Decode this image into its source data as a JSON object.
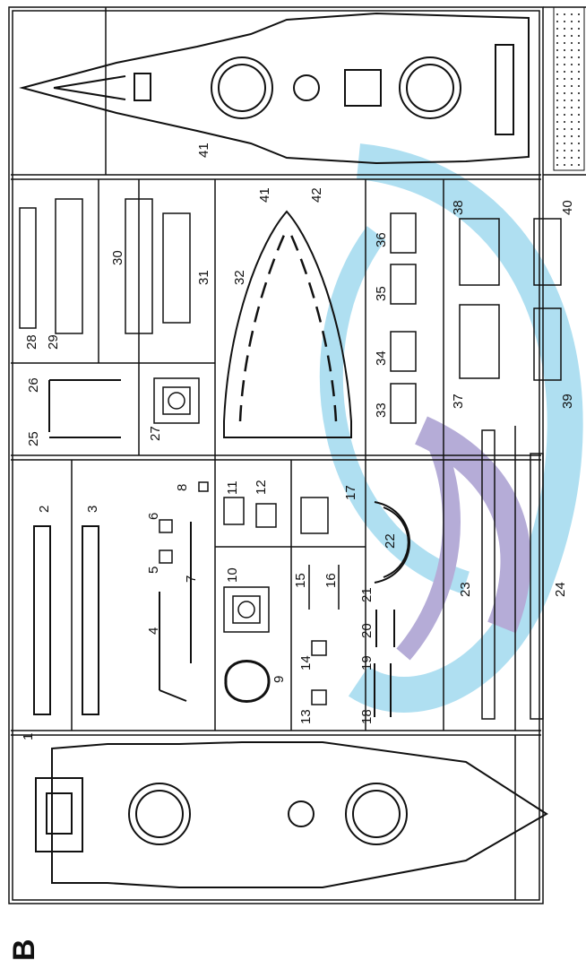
{
  "sheet_letter": "B",
  "colors": {
    "line": "#111111",
    "watermark_blue": "#6ec6e6",
    "watermark_purple": "#7a6ab8",
    "fill": "#ffffff"
  },
  "parts": [
    {
      "n": "1"
    },
    {
      "n": "2"
    },
    {
      "n": "3"
    },
    {
      "n": "4"
    },
    {
      "n": "5"
    },
    {
      "n": "6"
    },
    {
      "n": "7"
    },
    {
      "n": "8"
    },
    {
      "n": "9"
    },
    {
      "n": "10"
    },
    {
      "n": "11"
    },
    {
      "n": "12"
    },
    {
      "n": "13"
    },
    {
      "n": "14"
    },
    {
      "n": "15"
    },
    {
      "n": "16"
    },
    {
      "n": "17"
    },
    {
      "n": "18"
    },
    {
      "n": "19"
    },
    {
      "n": "20"
    },
    {
      "n": "21"
    },
    {
      "n": "22"
    },
    {
      "n": "23"
    },
    {
      "n": "24"
    },
    {
      "n": "25"
    },
    {
      "n": "26"
    },
    {
      "n": "27"
    },
    {
      "n": "28"
    },
    {
      "n": "29"
    },
    {
      "n": "30"
    },
    {
      "n": "31"
    },
    {
      "n": "32"
    },
    {
      "n": "33"
    },
    {
      "n": "34"
    },
    {
      "n": "35"
    },
    {
      "n": "36"
    },
    {
      "n": "37"
    },
    {
      "n": "38"
    },
    {
      "n": "39"
    },
    {
      "n": "40"
    },
    {
      "n": "41"
    },
    {
      "n": "41"
    },
    {
      "n": "42"
    }
  ]
}
